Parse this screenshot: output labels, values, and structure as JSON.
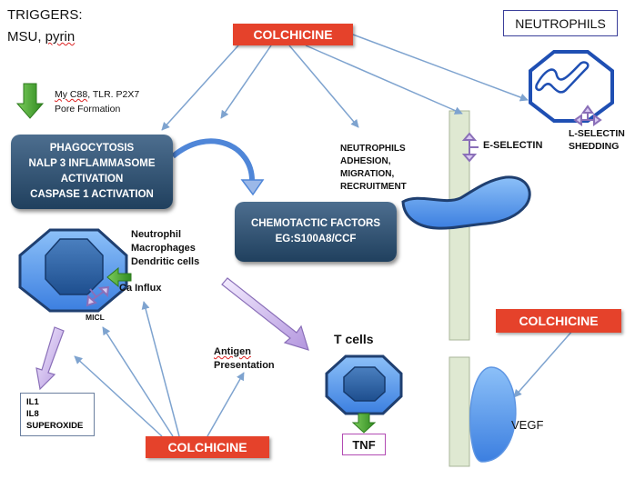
{
  "triggers": {
    "heading": "TRIGGERS:",
    "agents_prefix": "MSU, ",
    "agents_squiggle": "pyrin"
  },
  "pathway": {
    "line1_squiggle": "My C88",
    "line1_rest": ", TLR. P2X7",
    "line2": "Pore Formation"
  },
  "colchicine": {
    "top": "COLCHICINE",
    "right": "COLCHICINE",
    "bottom": "COLCHICINE"
  },
  "neutrophils_box": "NEUTROPHILS",
  "phagocytosis_box": {
    "lines": [
      "PHAGOCYTOSIS",
      "NALP 3 INFLAMMASOME",
      "ACTIVATION",
      "CASPASE 1 ACTIVATION"
    ]
  },
  "chemotactic_box": {
    "lines": [
      "CHEMOTACTIC FACTORS",
      "EG:S100A8/CCF"
    ]
  },
  "neutrophil_functions": [
    "NEUTROPHILS",
    "ADHESION,",
    "MIGRATION,",
    "RECRUITMENT"
  ],
  "e_selectin": "E-SELECTIN",
  "l_selectin": {
    "line1": "L-SELECTIN",
    "line2": "SHEDDING"
  },
  "cell_types": [
    "Neutrophil",
    "Macrophages",
    "Dendritic cells"
  ],
  "ca_influx": "Ca Influx",
  "micl": "MICL",
  "cytokines": [
    "IL1",
    "IL8",
    "SUPEROXIDE"
  ],
  "antigen": {
    "line1": "Antigen",
    "line2": "Presentation"
  },
  "t_cells": "T cells",
  "tnf": "TNF",
  "vegf": "VEGF",
  "colors": {
    "red": "#e5422b",
    "navy": "#1f3f70",
    "blue": "#3c7fe0",
    "green": "#3e9a2e",
    "arrow": "#7ea3cf",
    "purple": "#a07fcf",
    "vessel": "#dfe9d2"
  }
}
